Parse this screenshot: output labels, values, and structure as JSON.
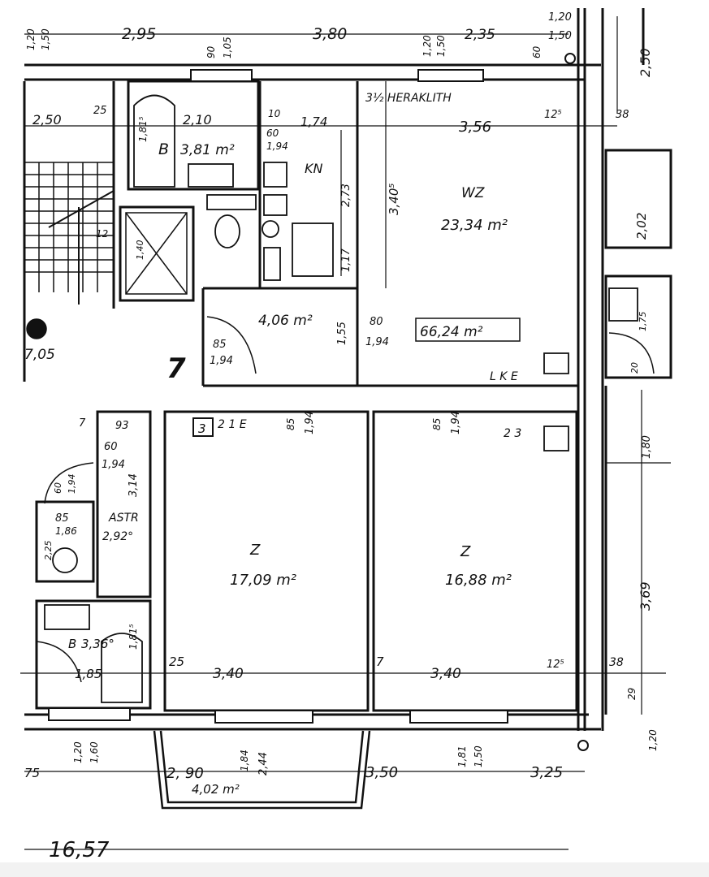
{
  "floor_plan": {
    "rooms": {
      "bath": {
        "label": "B",
        "area": "3,81 m²"
      },
      "kitchen": {
        "label": "KN"
      },
      "living": {
        "label": "WZ",
        "area": "23,34 m²"
      },
      "hall": {
        "area": "4,06 m²"
      },
      "bedroom_left": {
        "label": "Z",
        "area": "17,09 m²"
      },
      "bedroom_right": {
        "label": "Z",
        "area": "16,88 m²"
      },
      "storage_left": {
        "label": "ASTR",
        "area": "2,92°"
      },
      "bath_left": {
        "label": "B",
        "area": "3,36°"
      },
      "balcony": {
        "area": "4,02 m²"
      }
    },
    "apartment_total": "66,24 m²",
    "unit_number": "7",
    "box_number": "3",
    "notes": {
      "heraklith": "3½ HERAKLITH",
      "lke": "L K E",
      "code_21e": "2 1 E",
      "code_23": "2 3",
      "level": "7,05"
    },
    "dimensions": {
      "top_295": "2,95",
      "top_380": "3,80",
      "top_235": "2,35",
      "top_120a": "1,20",
      "top_150a": "1,50",
      "top_120b": "1,20",
      "top_150b": "1,50",
      "top_120c": "1,20",
      "top_150c": "1,50",
      "top_90": "90",
      "top_105": "1,05",
      "top_250r": "2,50",
      "top_60": "60",
      "d_250": "2,50",
      "d_25a": "25",
      "d_210": "2,10",
      "d_10": "10",
      "d_174": "1,74",
      "d_356": "3,56",
      "d_125a": "12⁵",
      "d_38a": "38",
      "d_181a": "1,81⁵",
      "d_60a": "60",
      "d_194a": "1,94",
      "d_273": "2,73",
      "d_340": "3,40⁵",
      "d_117": "1,17",
      "d_202": "2,02",
      "d_12": "12",
      "d_140": "1,40",
      "d_85a": "85",
      "d_194b": "1,94",
      "d_155": "1,55",
      "d_80": "80",
      "d_194c": "1,94",
      "d_85b": "85",
      "d_194d": "1,94",
      "d_85c": "85",
      "d_194e": "1,94",
      "d_93": "93",
      "d_7a": "7",
      "d_60b": "60",
      "d_194f": "1,94",
      "d_314": "3,14",
      "d_60c": "60",
      "d_194g": "1,94",
      "d_85d": "85",
      "d_186": "1,86",
      "d_225": "2,25",
      "d_181b": "1,81⁵",
      "d_185": "1,85",
      "d_25b": "25",
      "d_340a": "3,40",
      "d_7b": "7",
      "d_340b": "3,40",
      "d_125b": "12⁵",
      "d_38b": "38",
      "d_369": "3,69",
      "d_29": "29",
      "d_180": "1,80",
      "d_175": "1,75",
      "d_20": "20",
      "b_75": "75",
      "b_120": "1,20",
      "b_160": "1,60",
      "b_290": "2, 90",
      "b_184": "1,84",
      "b_244": "2,44",
      "b_350": "3,50",
      "b_181": "1,81",
      "b_150": "1,50",
      "b_325": "3,25",
      "b_120r": "1,20",
      "total": "16,57"
    }
  }
}
